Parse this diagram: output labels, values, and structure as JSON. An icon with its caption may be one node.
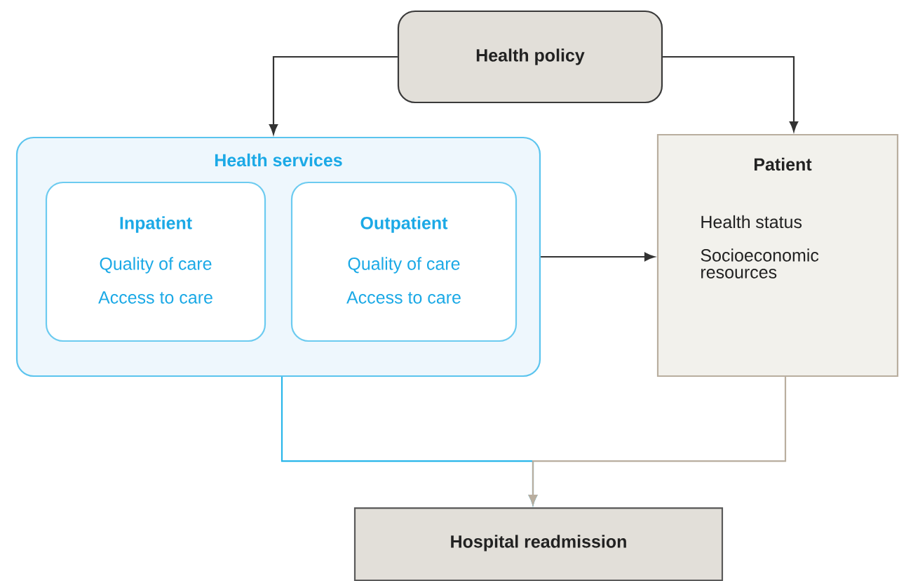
{
  "diagram": {
    "nodes": [
      {
        "text": [
          "Health policy"
        ]
      },
      {
        "text": [
          "Health services"
        ]
      },
      {
        "text": [
          "Inpatient",
          "Quality of care",
          "Access to care"
        ],
        "in": 1
      },
      {
        "text": [
          "Outpatient",
          "Quality of care",
          "Access to care"
        ],
        "in": 1
      },
      {
        "text": [
          "Patient",
          "Health status",
          "Socioeconomic resources"
        ]
      },
      {
        "text": [
          "Hospital readmission"
        ]
      }
    ],
    "edges": [
      {
        "from": 0,
        "to": 1,
        "arrow": "to"
      },
      {
        "from": 0,
        "to": 4,
        "arrow": "to"
      },
      {
        "from": 1,
        "to": 4,
        "arrow": "to"
      },
      {
        "from": 1,
        "to": 5,
        "arrow": "to",
        "color": "#29b6ea"
      },
      {
        "from": 4,
        "to": 5,
        "arrow": "to",
        "color": "#b9ae9f"
      }
    ]
  }
}
